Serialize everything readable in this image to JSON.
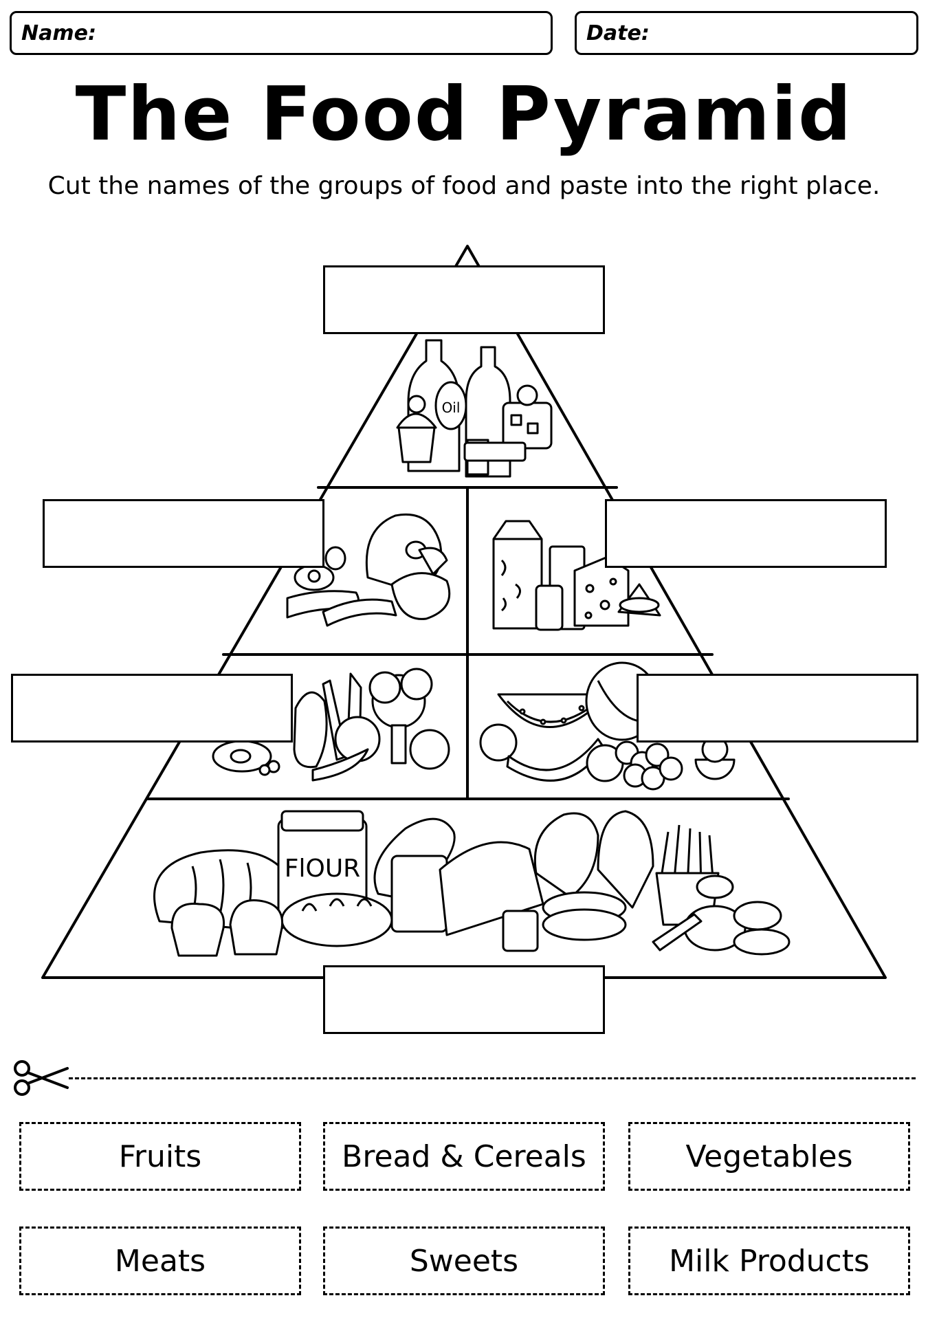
{
  "header": {
    "name_label": "Name:",
    "date_label": "Date:"
  },
  "title": "The Food Pyramid",
  "instructions": "Cut the names of the groups of food and paste into the right place.",
  "illustration_labels": {
    "oil_bottle": "Oil",
    "flour_jar": "FlOUR"
  },
  "cut_cards": [
    {
      "label": "Fruits"
    },
    {
      "label": "Bread & Cereals"
    },
    {
      "label": "Vegetables"
    },
    {
      "label": "Meats"
    },
    {
      "label": "Sweets"
    },
    {
      "label": "Milk Products"
    }
  ]
}
